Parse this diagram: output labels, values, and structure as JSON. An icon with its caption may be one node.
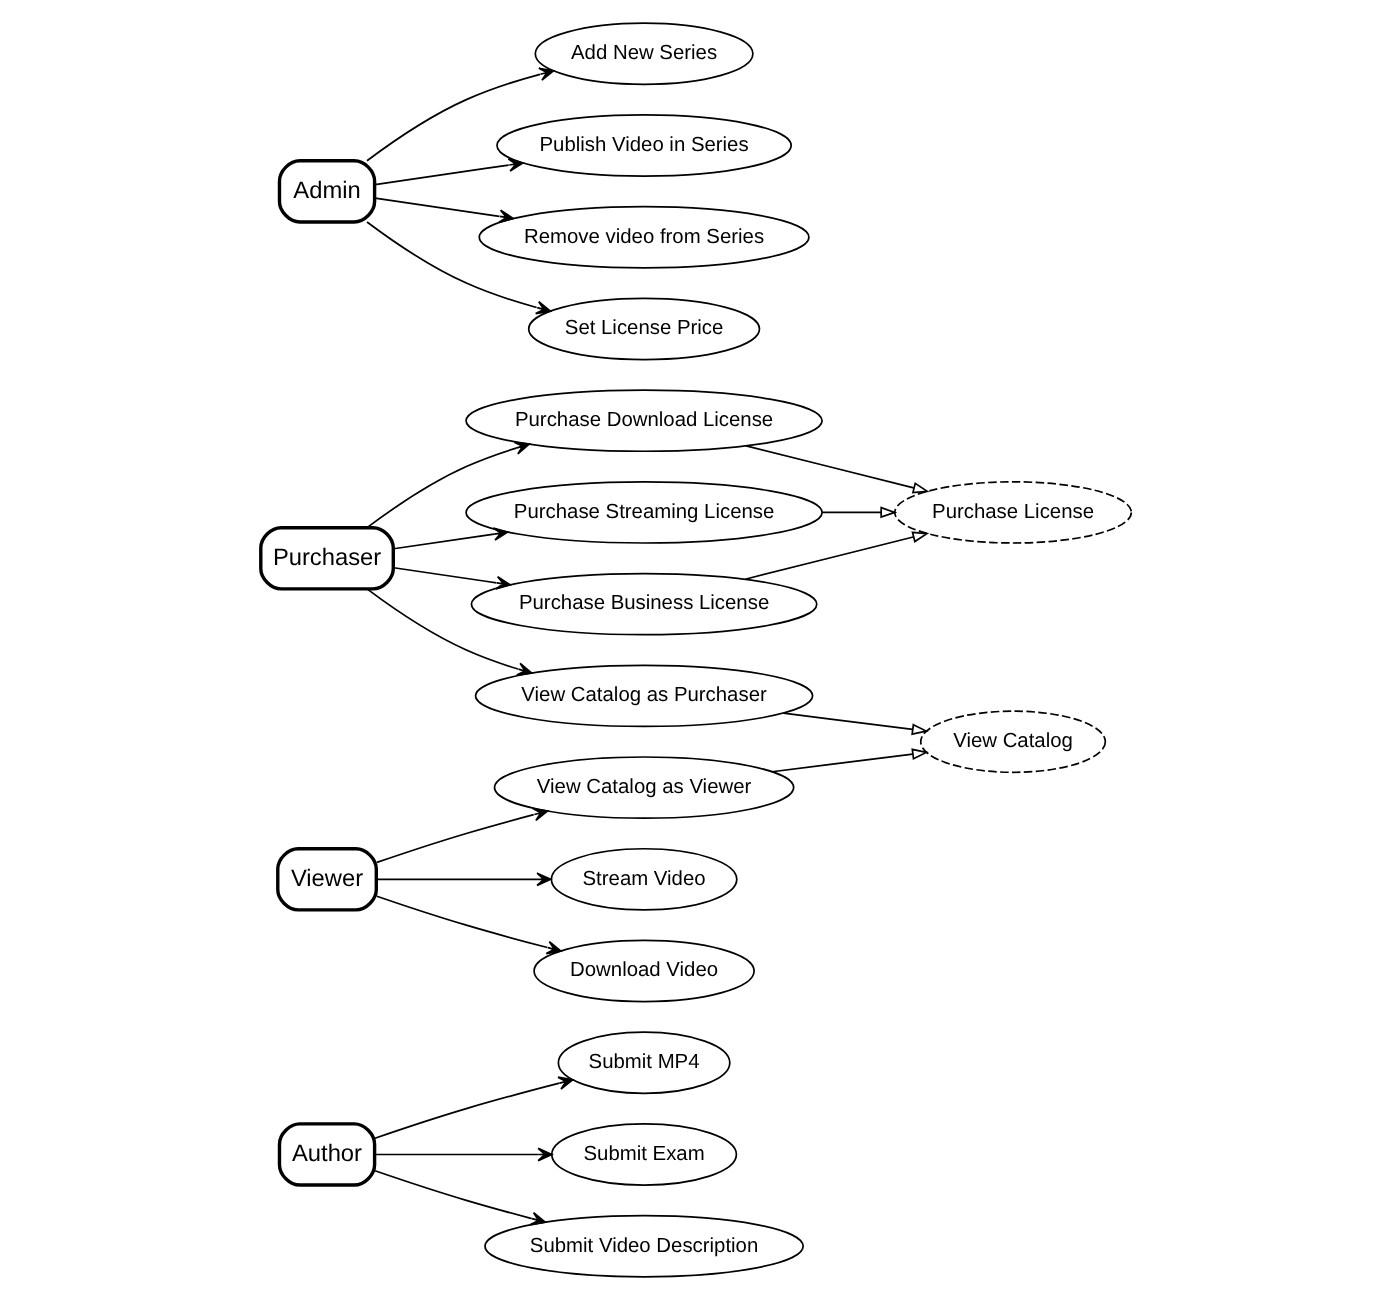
{
  "diagram": {
    "nodes": [
      {
        "text": [
          "Author"
        ]
      },
      {
        "text": [
          "Submit MP4"
        ]
      },
      {
        "text": [
          "Submit Exam"
        ]
      },
      {
        "text": [
          "Submit Video Description"
        ]
      },
      {
        "text": [
          "Purchaser"
        ]
      },
      {
        "text": [
          "Purchase License"
        ]
      },
      {
        "text": [
          "Purchase Download License"
        ]
      },
      {
        "text": [
          "Purchase Streaming License"
        ]
      },
      {
        "text": [
          "Purchase Business License"
        ]
      },
      {
        "text": [
          "View Catalog as Purchaser"
        ]
      },
      {
        "text": [
          "View Catalog"
        ]
      },
      {
        "text": [
          "Admin"
        ]
      },
      {
        "text": [
          "Add New Series"
        ]
      },
      {
        "text": [
          "Publish Video in Series"
        ]
      },
      {
        "text": [
          "Remove video from Series"
        ]
      },
      {
        "text": [
          "Set License Price"
        ]
      },
      {
        "text": [
          "View Catalog as Viewer"
        ]
      },
      {
        "text": [
          "Stream Video"
        ]
      },
      {
        "text": [
          "Download Video"
        ]
      },
      {
        "text": [
          "Viewer"
        ]
      }
    ],
    "edges": [
      {
        "from": 0,
        "to": 1,
        "arrow": "to"
      },
      {
        "from": 0,
        "to": 2,
        "arrow": "to"
      },
      {
        "from": 0,
        "to": 3,
        "arrow": "to"
      },
      {
        "from": 4,
        "to": 6,
        "arrow": "to"
      },
      {
        "from": 4,
        "to": 7,
        "arrow": "to"
      },
      {
        "from": 4,
        "to": 8,
        "arrow": "to"
      },
      {
        "from": 4,
        "to": 9,
        "arrow": "to"
      },
      {
        "from": 6,
        "to": 5,
        "arrow": "to"
      },
      {
        "from": 7,
        "to": 5,
        "arrow": "to"
      },
      {
        "from": 8,
        "to": 5,
        "arrow": "to"
      },
      {
        "from": 9,
        "to": 10,
        "arrow": "to"
      },
      {
        "from": 11,
        "to": 12,
        "arrow": "to"
      },
      {
        "from": 11,
        "to": 13,
        "arrow": "to"
      },
      {
        "from": 11,
        "to": 14,
        "arrow": "to"
      },
      {
        "from": 11,
        "to": 15,
        "arrow": "to"
      },
      {
        "from": 16,
        "to": 10,
        "arrow": "to"
      },
      {
        "from": 19,
        "to": 16,
        "arrow": "to"
      },
      {
        "from": 19,
        "to": 17,
        "arrow": "to"
      },
      {
        "from": 19,
        "to": 18,
        "arrow": "to"
      }
    ]
  }
}
